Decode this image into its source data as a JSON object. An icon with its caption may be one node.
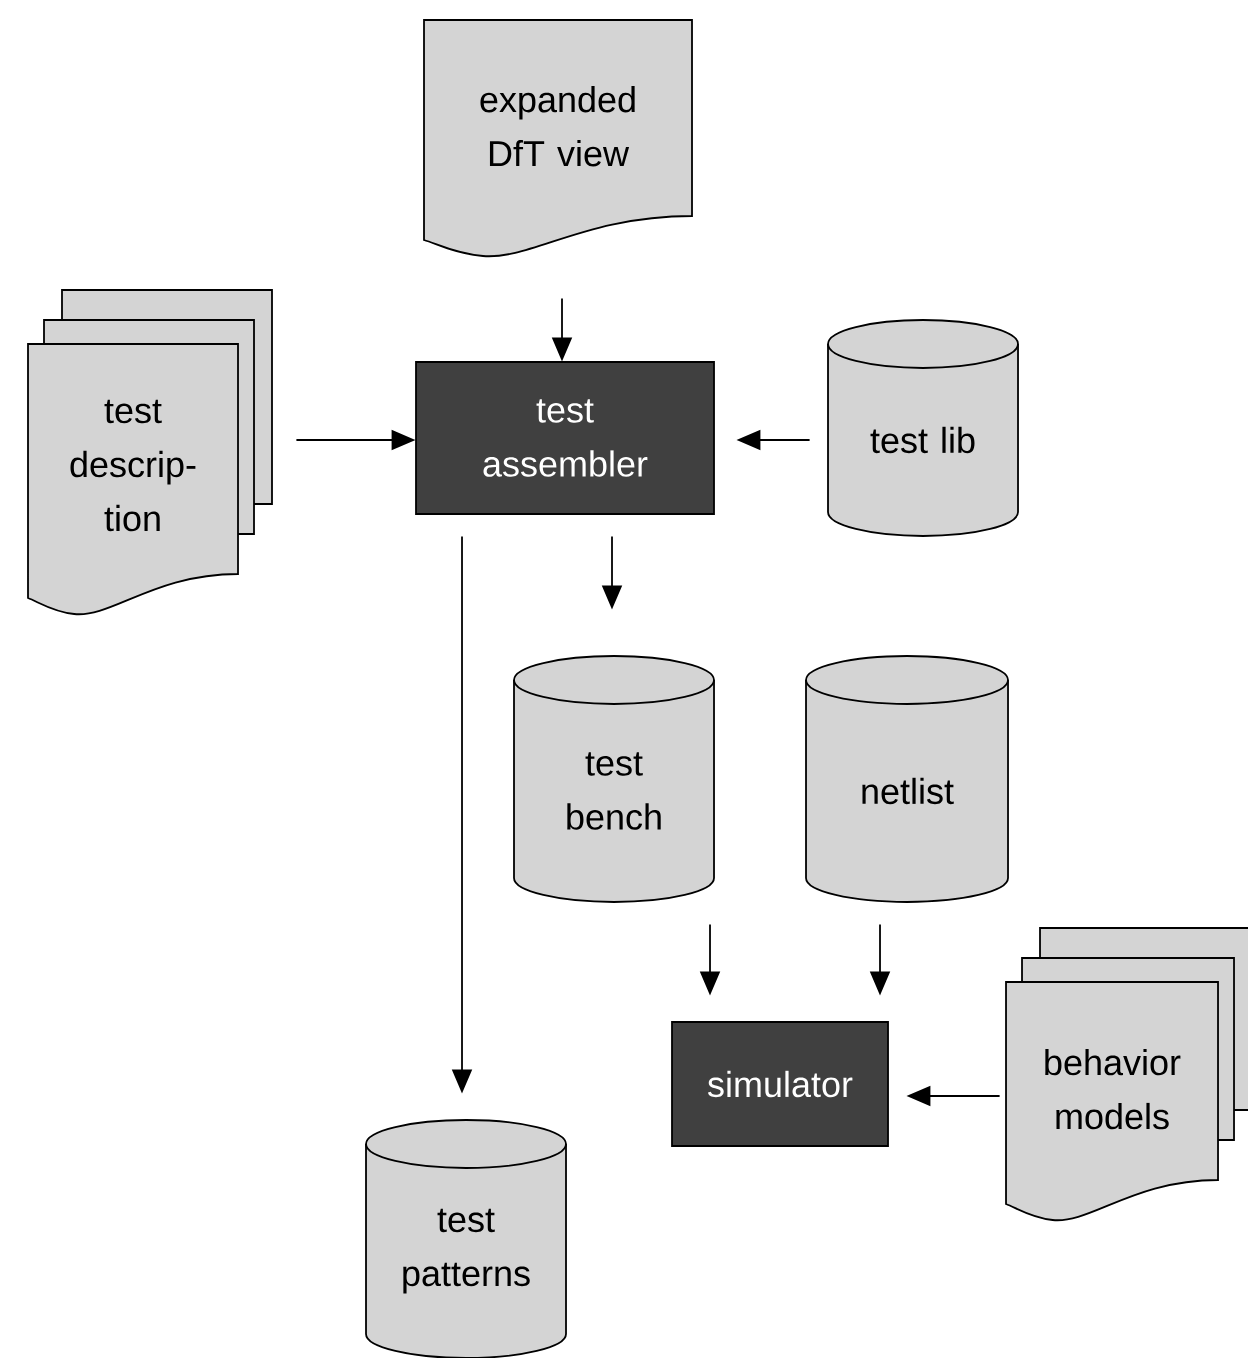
{
  "diagram": {
    "nodes": [
      {
        "text": [
          "expanded DfT view"
        ]
      },
      {
        "text": [
          "test descrip-tion"
        ]
      },
      {
        "text": [
          "test assembler"
        ]
      },
      {
        "text": [
          "test lib"
        ]
      },
      {
        "text": [
          "test bench"
        ]
      },
      {
        "text": [
          "netlist"
        ]
      },
      {
        "text": [
          "simulator"
        ]
      },
      {
        "text": [
          "behavior models"
        ]
      },
      {
        "text": [
          "test patterns"
        ]
      }
    ],
    "edges": [
      {
        "from": 0,
        "to": 2,
        "arrow": "to"
      },
      {
        "from": 1,
        "to": 2,
        "arrow": "to"
      },
      {
        "from": 3,
        "to": 2,
        "arrow": "to"
      },
      {
        "from": 2,
        "to": 4,
        "arrow": "to"
      },
      {
        "from": 2,
        "to": 8,
        "arrow": "to"
      },
      {
        "from": 4,
        "to": 6,
        "arrow": "to"
      },
      {
        "from": 5,
        "to": 6,
        "arrow": "to"
      },
      {
        "from": 7,
        "to": 6,
        "arrow": "to"
      }
    ]
  }
}
